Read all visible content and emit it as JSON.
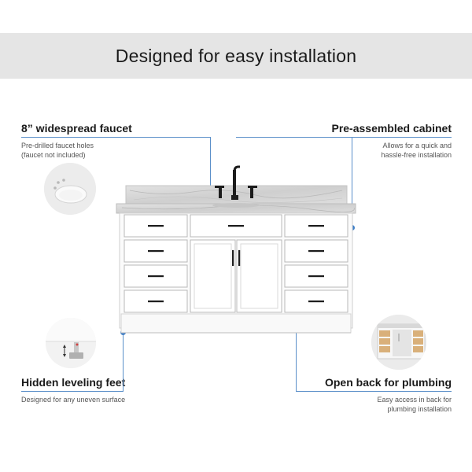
{
  "banner": {
    "title": "Designed for easy installation"
  },
  "features": {
    "faucet": {
      "title": "8” widespread faucet",
      "desc_line1": "Pre-drilled faucet holes",
      "desc_line2": "(faucet not included)"
    },
    "cabinet": {
      "title": "Pre-assembled cabinet",
      "desc_line1": "Allows for  a quick and",
      "desc_line2": "hassle-free installation"
    },
    "feet": {
      "title": "Hidden leveling feet",
      "desc_line1": "Designed for any uneven surface"
    },
    "plumbing": {
      "title": "Open back for plumbing",
      "desc_line1": "Easy access in back for",
      "desc_line2": "plumbing installation"
    }
  },
  "colors": {
    "accent": "#3f7fc8",
    "banner_bg": "#e5e5e5",
    "hardware": "#1c1c1c"
  }
}
